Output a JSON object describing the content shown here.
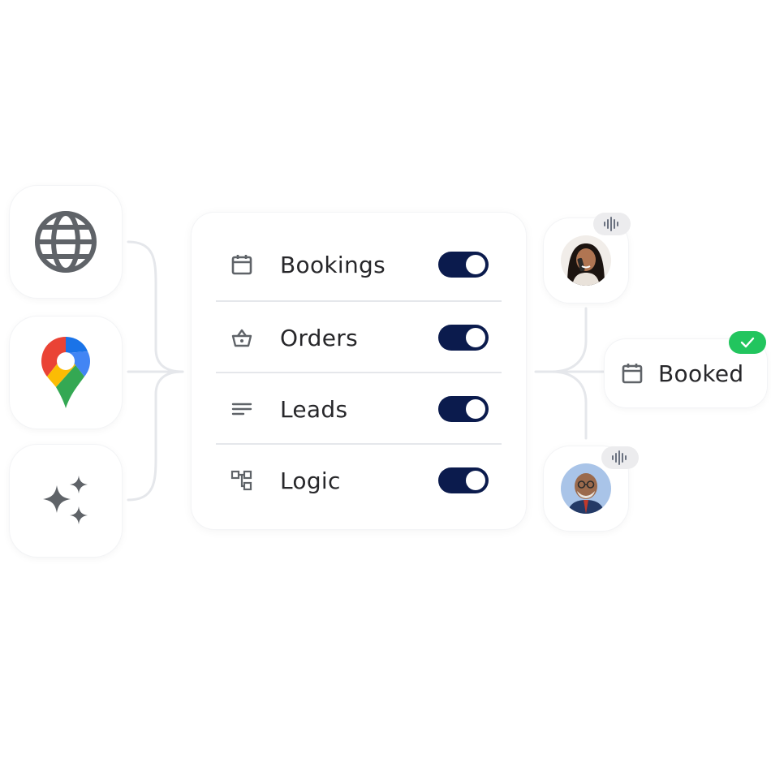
{
  "sources": [
    {
      "icon": "globe-icon"
    },
    {
      "icon": "google-maps-pin-icon"
    },
    {
      "icon": "sparkles-icon"
    }
  ],
  "features": [
    {
      "label": "Bookings",
      "icon": "calendar-icon",
      "enabled": true
    },
    {
      "label": "Orders",
      "icon": "basket-icon",
      "enabled": true
    },
    {
      "label": "Leads",
      "icon": "lines-icon",
      "enabled": true
    },
    {
      "label": "Logic",
      "icon": "flow-diagram-icon",
      "enabled": true
    }
  ],
  "result": {
    "label": "Booked",
    "icon": "calendar-icon",
    "status_icon": "checkmark-icon"
  },
  "callers": [
    {
      "avatar": "woman-avatar",
      "badge_icon": "audio-wave-icon"
    },
    {
      "avatar": "man-avatar",
      "badge_icon": "audio-wave-icon"
    }
  ],
  "colors": {
    "toggle_on": "#0b1b4d",
    "icon_gray": "#5f6368",
    "success": "#22c55e",
    "connector": "#e5e7eb"
  }
}
